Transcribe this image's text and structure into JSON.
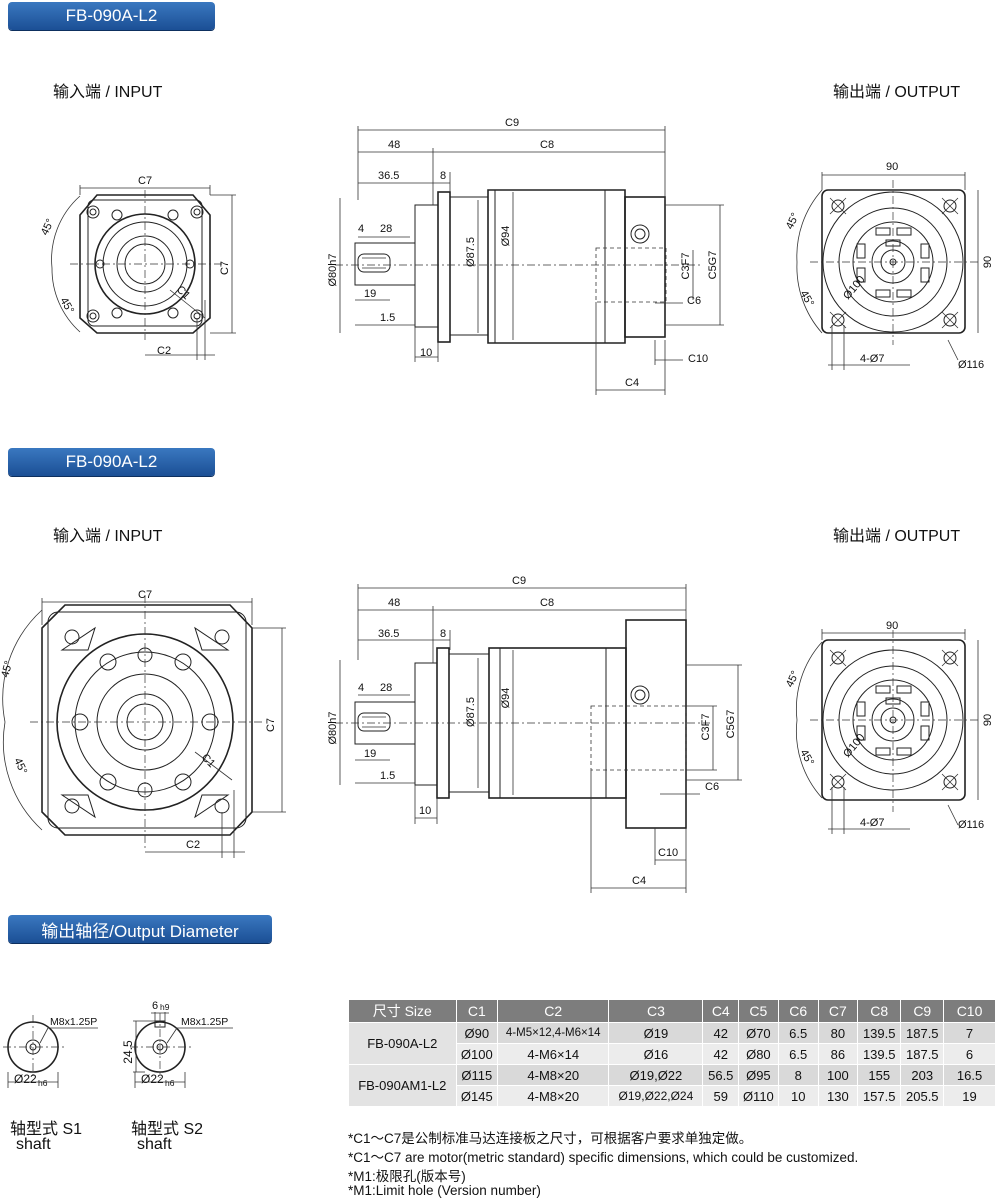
{
  "section1": {
    "title": "FB-090A-L2"
  },
  "section2": {
    "title": "FB-090A-L2"
  },
  "section3": {
    "title": "输出轴径/Output Diameter"
  },
  "labels": {
    "input": "输入端 / INPUT",
    "output": "输出端 / OUTPUT"
  },
  "dims": {
    "c1": "C1",
    "c2": "C2",
    "c3f7": "C3F7",
    "c4": "C4",
    "c5g7": "C5G7",
    "c6": "C6",
    "c7": "C7",
    "c8": "C8",
    "c9": "C9",
    "c10": "C10",
    "deg45": "45°",
    "d48": "48",
    "d36_5": "36.5",
    "d8": "8",
    "d4": "4",
    "d28": "28",
    "d19": "19",
    "d1_5": "1.5",
    "d10": "10",
    "d80h7": "Ø80h7",
    "d87_5": "Ø87.5",
    "d94": "Ø94",
    "d90": "90",
    "d100": "Ø100",
    "hole": "4-Ø7",
    "d116": "Ø116"
  },
  "shafts": {
    "thread": "M8x1.25P",
    "key_width": "6",
    "key_tol": "h9",
    "height": "24.5",
    "dia": "Ø22",
    "dia_tol": "h6",
    "s1_name": "轴型式 S1",
    "s1_en": "shaft",
    "s2_name": "轴型式 S2",
    "s2_en": "shaft"
  },
  "table": {
    "headers": [
      "尺寸 Size",
      "C1",
      "C2",
      "C3",
      "C4",
      "C5",
      "C6",
      "C7",
      "C8",
      "C9",
      "C10"
    ],
    "groups": [
      {
        "model": "FB-090A-L2",
        "rows": [
          [
            "Ø90",
            "4-M5×12,4-M6×14",
            "Ø19",
            "42",
            "Ø70",
            "6.5",
            "80",
            "139.5",
            "187.5",
            "7"
          ],
          [
            "Ø100",
            "4-M6×14",
            "Ø16",
            "42",
            "Ø80",
            "6.5",
            "86",
            "139.5",
            "187.5",
            "6"
          ]
        ]
      },
      {
        "model": "FB-090AM1-L2",
        "rows": [
          [
            "Ø115",
            "4-M8×20",
            "Ø19,Ø22",
            "56.5",
            "Ø95",
            "8",
            "100",
            "155",
            "203",
            "16.5"
          ],
          [
            "Ø145",
            "4-M8×20",
            "Ø19,Ø22,Ø24",
            "59",
            "Ø110",
            "10",
            "130",
            "157.5",
            "205.5",
            "19"
          ]
        ]
      }
    ]
  },
  "notes": [
    "*C1～C7是公制标准马达连接板之尺寸，可根据客户要求单独定做。",
    "*C1～C7 are motor(metric standard) specific dimensions, which could be customized.",
    "*M1:极限孔(版本号)",
    "*M1:Limit hole (Version number)"
  ]
}
